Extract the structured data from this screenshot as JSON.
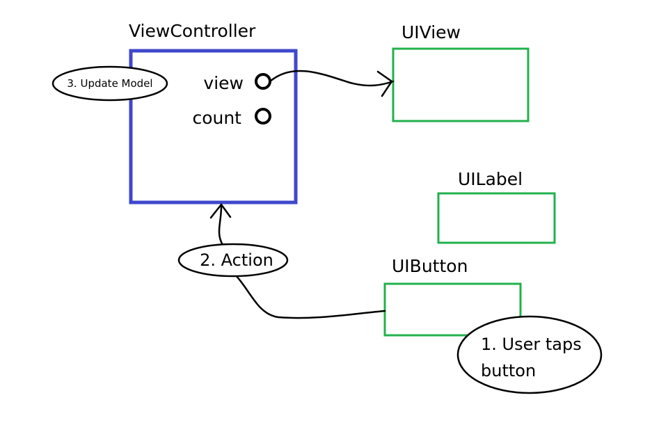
{
  "view_controller": {
    "title": "ViewController",
    "members": [
      "view",
      "count"
    ],
    "border_color": "#3f48cc"
  },
  "ui_view": {
    "title": "UIView",
    "border_color": "#22b14c"
  },
  "ui_label": {
    "title": "UILabel",
    "border_color": "#22b14c"
  },
  "ui_button": {
    "title": "UIButton",
    "border_color": "#22b14c"
  },
  "steps": {
    "update_model": "3. Update Model",
    "action": "2. Action",
    "user_taps_line1": "1. User taps",
    "user_taps_line2": "button"
  },
  "connector_color": "#000000"
}
